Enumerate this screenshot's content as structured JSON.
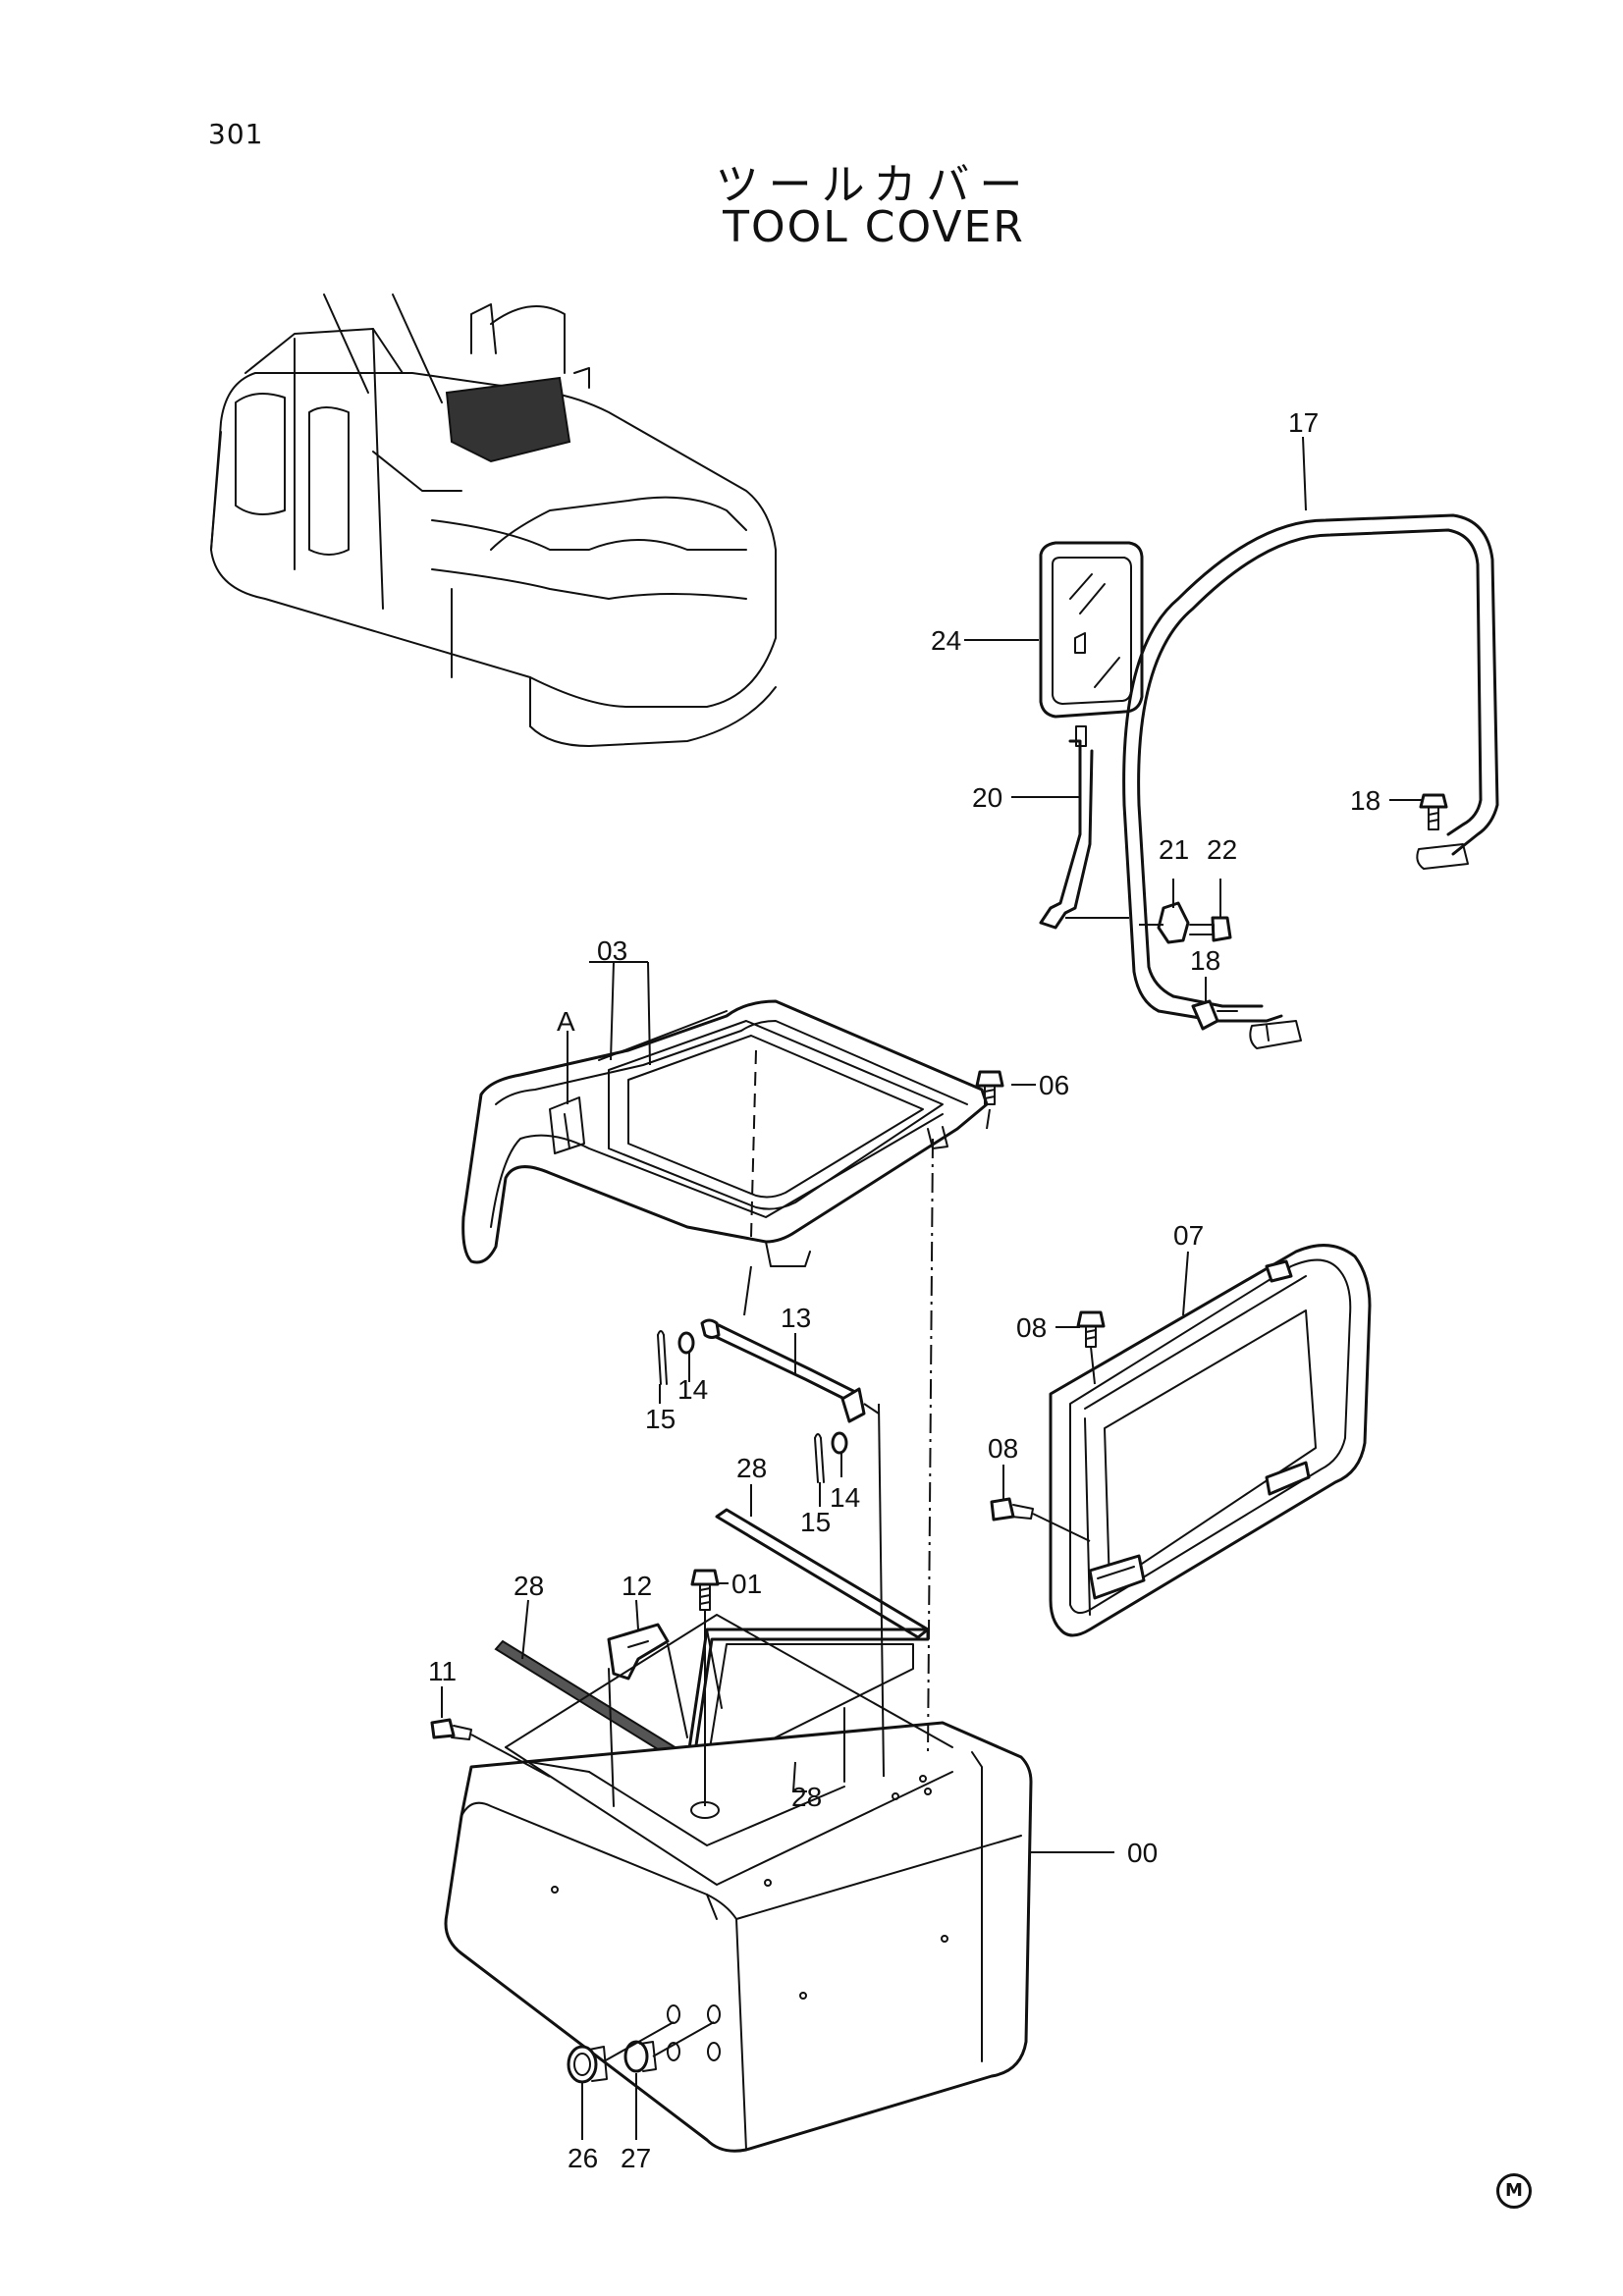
{
  "page_number": "301",
  "title_jp": "ツールカバー",
  "title_en": "TOOL COVER",
  "parts": {
    "p00": "00",
    "p01": "01",
    "p03": "03",
    "p06": "06",
    "p07": "07",
    "p08a": "08",
    "p08b": "08",
    "p11": "11",
    "p12": "12",
    "p13": "13",
    "p14a": "14",
    "p14b": "14",
    "p15a": "15",
    "p15b": "15",
    "p17": "17",
    "p18a": "18",
    "p18b": "18",
    "p20": "20",
    "p21": "21",
    "p22": "22",
    "p24": "24",
    "p26": "26",
    "p27": "27",
    "p28a": "28",
    "p28b": "28",
    "p28c": "28",
    "view_a": "A"
  },
  "mark": "M"
}
